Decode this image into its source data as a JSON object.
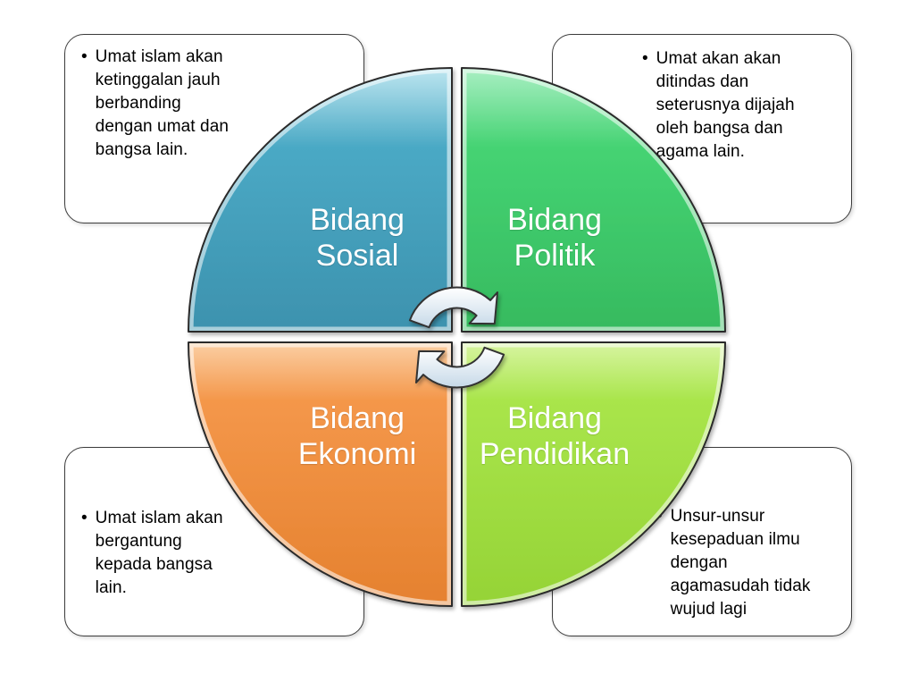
{
  "background": "#ffffff",
  "bullet_char": "•",
  "quadrants": {
    "sosial": {
      "label": "Bidang Sosial"
    },
    "politik": {
      "label": "Bidang Politik"
    },
    "ekonomi": {
      "label": "Bidang Ekonomi"
    },
    "pendidikan": {
      "label": "Bidang Pendidikan"
    }
  },
  "callouts": {
    "sosial": {
      "text": "Umat islam akan\nketinggalan jauh\nberbanding\ndengan umat dan\nbangsa lain."
    },
    "politik": {
      "text": "Umat akan akan\nditindas dan\nseterusnya dijajah\noleh bangsa dan\nagama lain."
    },
    "ekonomi": {
      "text": "Umat islam akan\nbergantung\nkepada bangsa\nlain."
    },
    "pendidikan": {
      "text": "Unsur-unsur\nkesepaduan ilmu\ndengan\nagamasudah tidak\nwujud lagi"
    }
  },
  "colors": {
    "sosial": {
      "light": "#BEE6F0",
      "base": "#4AA9C5",
      "dark": "#3D92AE"
    },
    "politik": {
      "light": "#A9EFC3",
      "base": "#45D373",
      "dark": "#36BA5F"
    },
    "ekonomi": {
      "light": "#FBCFA4",
      "base": "#F4974A",
      "dark": "#E5812F"
    },
    "pendidikan": {
      "light": "#D8F5A2",
      "base": "#A9E54B",
      "dark": "#95D336"
    },
    "outline": "#2b2b2b",
    "arrow_light": "#FFFFFF",
    "arrow_dark": "#C6D9E8",
    "arrow_stroke": "#333333"
  },
  "center_icon": {
    "name": "cycle-arrows-icon"
  }
}
